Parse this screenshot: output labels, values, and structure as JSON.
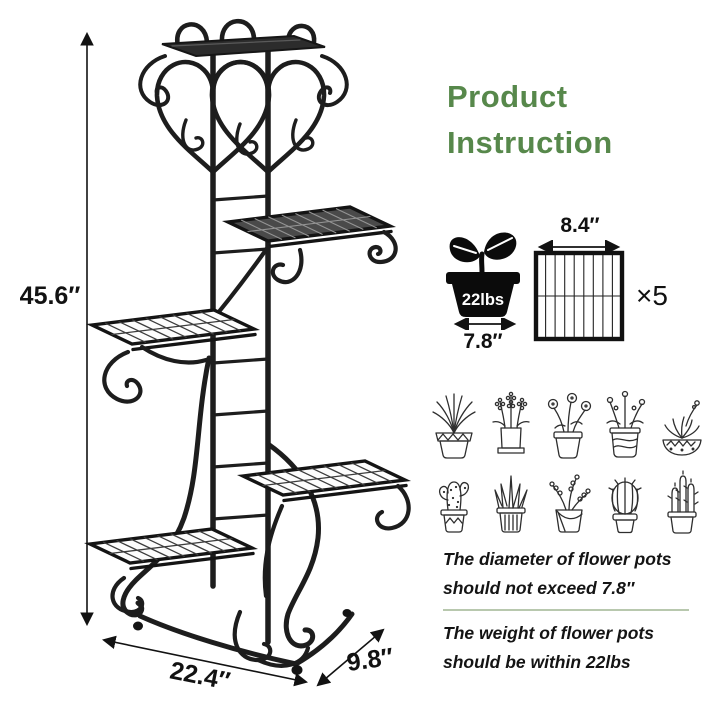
{
  "title": {
    "line1": "Product",
    "line2": "Instruction"
  },
  "dimensions": {
    "height": "45.6″",
    "width": "22.4″",
    "depth": "9.8″"
  },
  "pot_spec": {
    "weight": "22lbs",
    "diameter": "7.8″"
  },
  "shelf_spec": {
    "width": "8.4″",
    "count": "×5"
  },
  "plants": [
    "aloe-pot",
    "lavender-pot",
    "poppy-pot",
    "wildflower-pot",
    "succulent-bowl",
    "cactus-pot",
    "spiky-succulent-pot",
    "sprig-bucket",
    "barrel-cactus-pot",
    "column-cactus-pot"
  ],
  "notes": {
    "diameter": {
      "line1": "The diameter of flower pots",
      "line2": "should not exceed 7.8″"
    },
    "weight": {
      "line1": "The weight of flower pots",
      "line2": "should be within 22lbs"
    }
  },
  "colors": {
    "title_green": "#57884b",
    "stand_black": "#1d1d1d",
    "divider_green": "#b8c8ae",
    "text_black": "#141414"
  }
}
